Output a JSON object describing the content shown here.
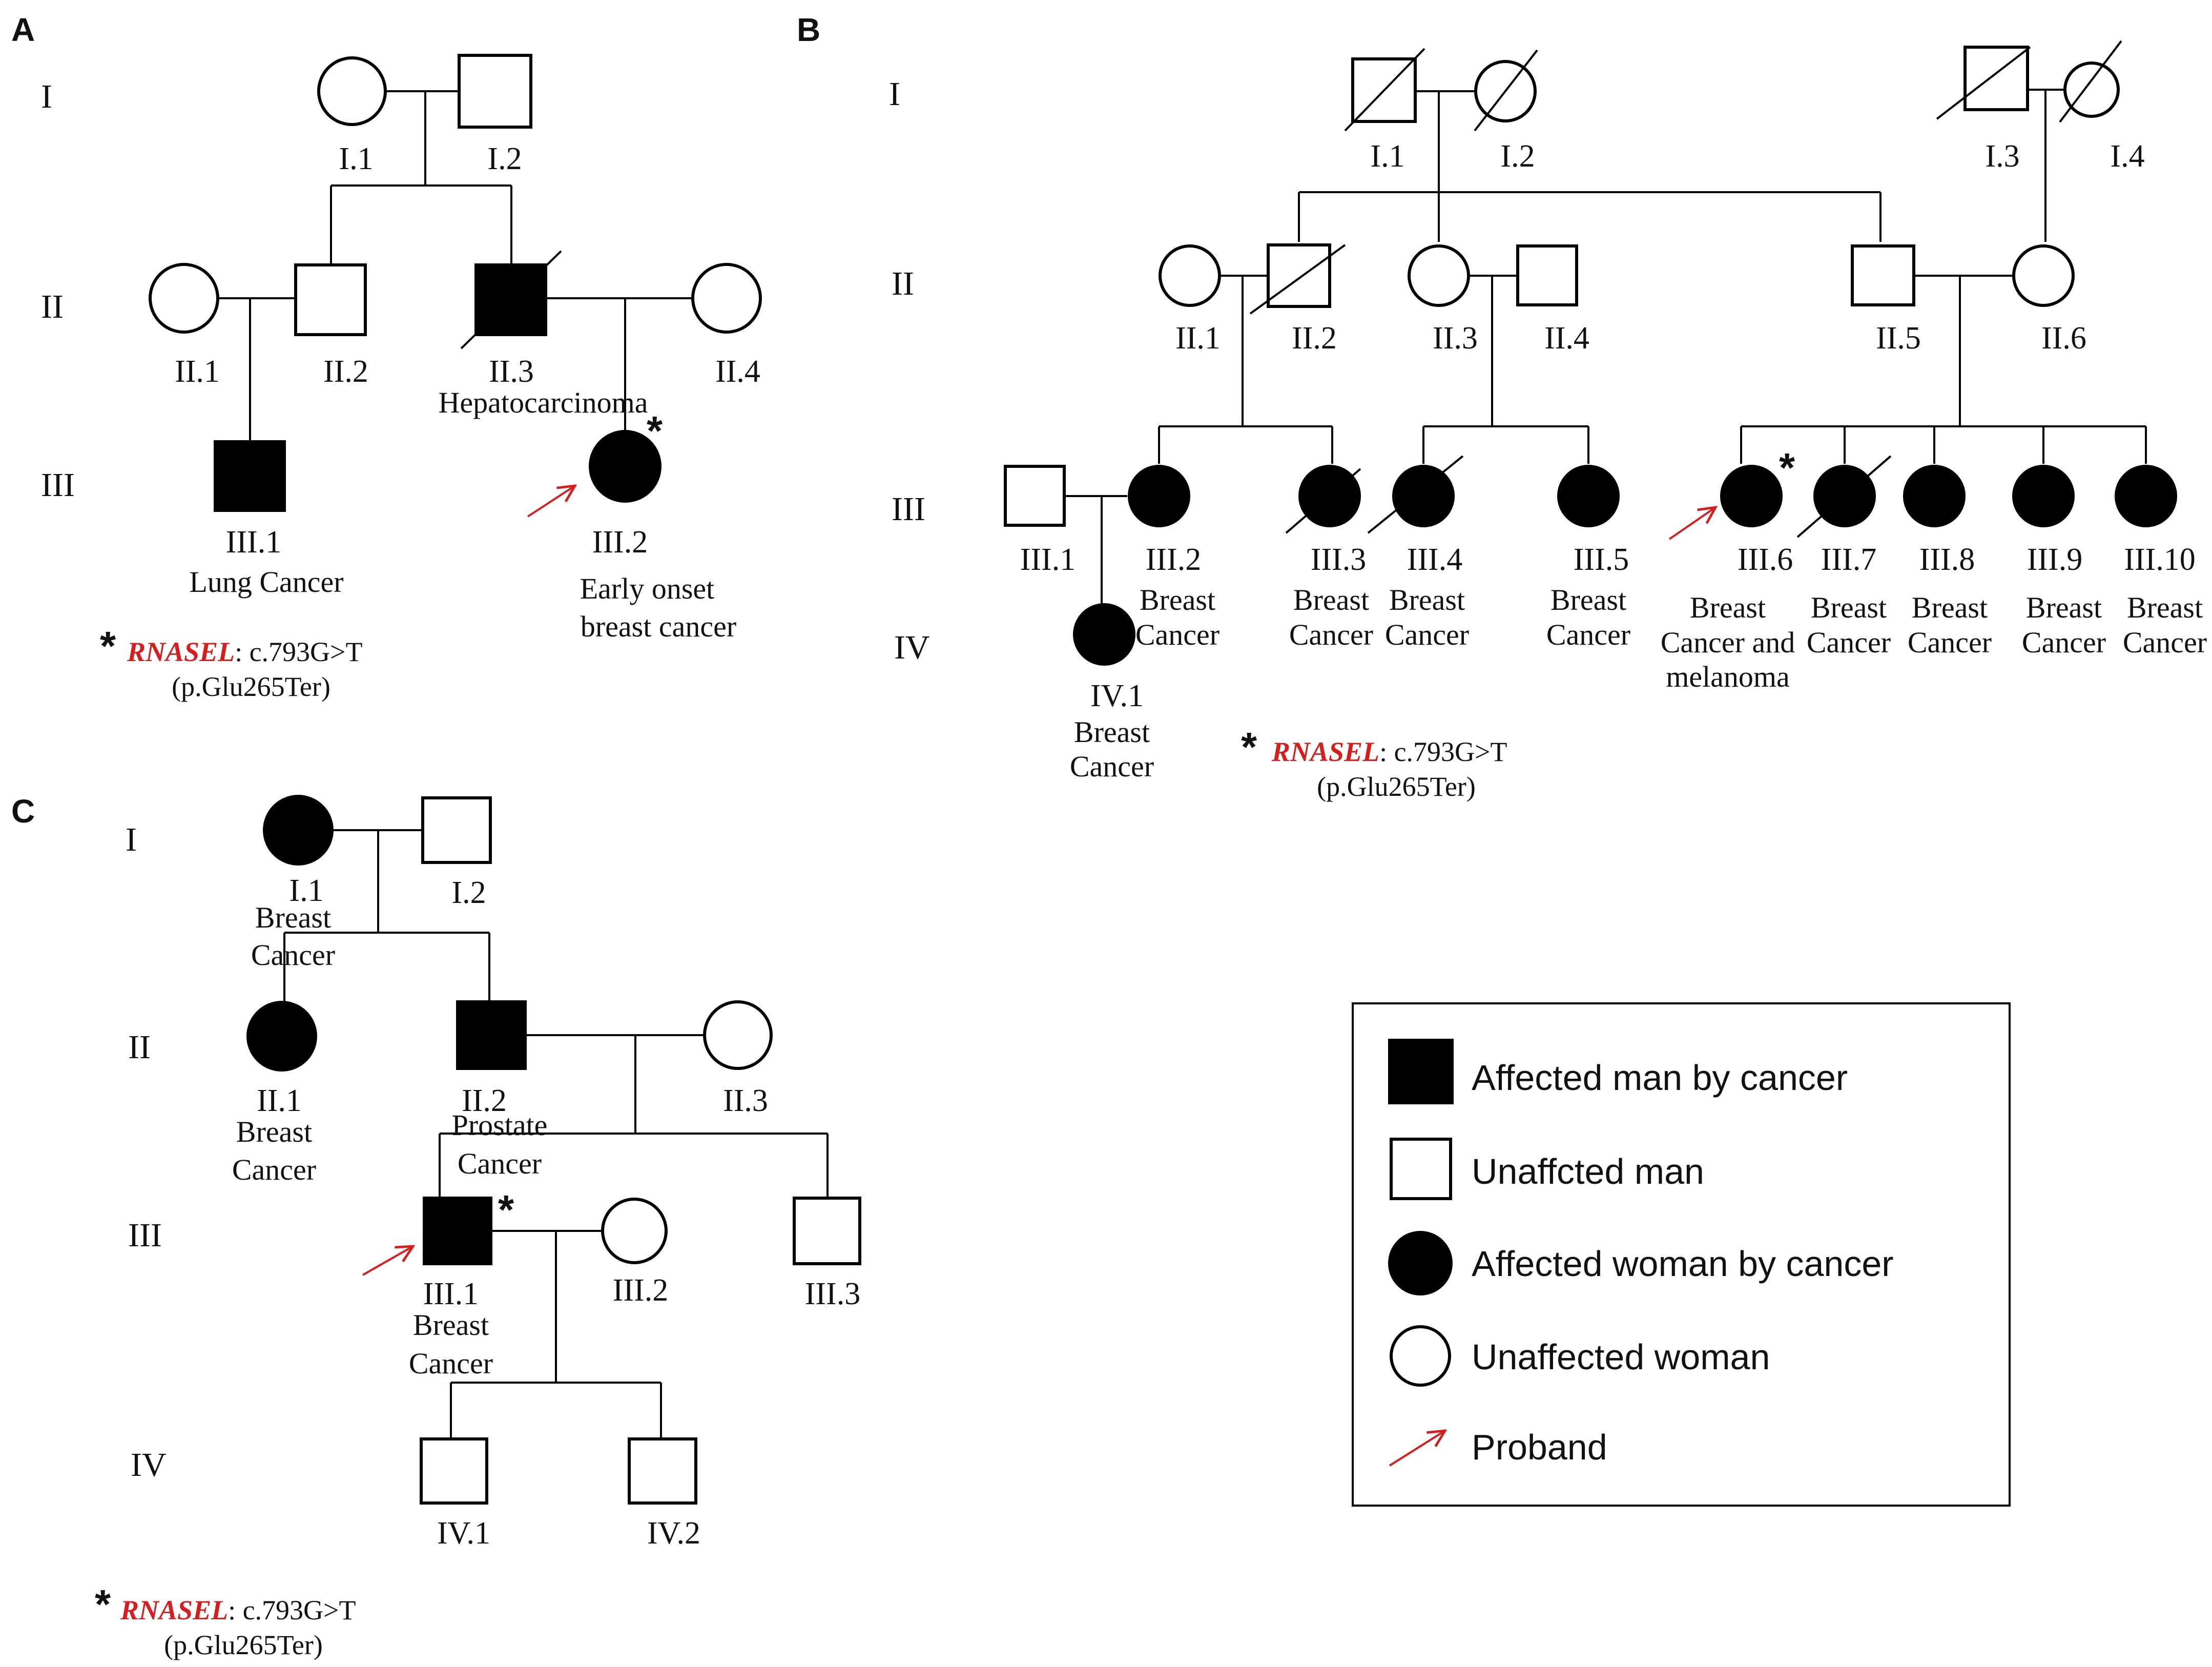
{
  "colors": {
    "affected": "#000000",
    "unaffected": "#ffffff",
    "line": "#000000",
    "gene": "#d41f1f",
    "proband_arrow": "#d41f1f"
  },
  "generations": [
    "I",
    "II",
    "III",
    "IV"
  ],
  "panels": {
    "A": {
      "letter": "A",
      "individuals": {
        "I1": {
          "id": "I.1"
        },
        "I2": {
          "id": "I.2"
        },
        "II1": {
          "id": "II.1"
        },
        "II2": {
          "id": "II.2"
        },
        "II3": {
          "id": "II.3",
          "disease": [
            "Hepatocarcinoma"
          ]
        },
        "II4": {
          "id": "II.4"
        },
        "III1": {
          "id": "III.1",
          "disease": [
            "Lung Cancer"
          ]
        },
        "III2": {
          "id": "III.2",
          "disease": [
            "Early onset",
            "breast cancer"
          ]
        }
      },
      "mutation": {
        "gene": "RNASEL",
        "cdna": ": c.793G>T",
        "protein": "(p.Glu265Ter)"
      }
    },
    "B": {
      "letter": "B",
      "individuals": {
        "I1": {
          "id": "I.1"
        },
        "I2": {
          "id": "I.2"
        },
        "I3": {
          "id": "I.3"
        },
        "I4": {
          "id": "I.4"
        },
        "II1": {
          "id": "II.1"
        },
        "II2": {
          "id": "II.2"
        },
        "II3": {
          "id": "II.3"
        },
        "II4": {
          "id": "II.4"
        },
        "II5": {
          "id": "II.5"
        },
        "II6": {
          "id": "II.6"
        },
        "III1": {
          "id": "III.1"
        },
        "III2": {
          "id": "III.2",
          "disease": [
            "Breast",
            "Cancer"
          ]
        },
        "III3": {
          "id": "III.3",
          "disease": [
            "Breast",
            "Cancer"
          ]
        },
        "III4": {
          "id": "III.4",
          "disease": [
            "Breast",
            "Cancer"
          ]
        },
        "III5": {
          "id": "III.5",
          "disease": [
            "Breast",
            "Cancer"
          ]
        },
        "III6": {
          "id": "III.6",
          "disease": [
            "Breast",
            "Cancer and",
            "melanoma"
          ]
        },
        "III7": {
          "id": "III.7",
          "disease": [
            "Breast",
            "Cancer"
          ]
        },
        "III8": {
          "id": "III.8",
          "disease": [
            "Breast",
            "Cancer"
          ]
        },
        "III9": {
          "id": "III.9",
          "disease": [
            "Breast",
            "Cancer"
          ]
        },
        "III10": {
          "id": "III.10",
          "disease": [
            "Breast",
            "Cancer"
          ]
        },
        "IV1": {
          "id": "IV.1",
          "disease": [
            "Breast",
            "Cancer"
          ]
        }
      },
      "mutation": {
        "gene": "RNASEL",
        "cdna": ": c.793G>T",
        "protein": "(p.Glu265Ter)"
      }
    },
    "C": {
      "letter": "C",
      "individuals": {
        "I1": {
          "id": "I.1",
          "disease": [
            "Breast",
            "Cancer"
          ]
        },
        "I2": {
          "id": "I.2"
        },
        "II1": {
          "id": "II.1",
          "disease": [
            "Breast",
            "Cancer"
          ]
        },
        "II2": {
          "id": "II.2",
          "disease": [
            "Prostate",
            "Cancer"
          ]
        },
        "II3": {
          "id": "II.3"
        },
        "III1": {
          "id": "III.1",
          "disease": [
            "Breast",
            "Cancer"
          ]
        },
        "III2": {
          "id": "III.2"
        },
        "III3": {
          "id": "III.3"
        },
        "IV1": {
          "id": "IV.1"
        },
        "IV2": {
          "id": "IV.2"
        }
      },
      "mutation": {
        "gene": "RNASEL",
        "cdna": ": c.793G>T",
        "protein": "(p.Glu265Ter)"
      }
    }
  },
  "star_symbol": "*",
  "legend": {
    "affected_man": "Affected man by cancer",
    "unaffected_man": "Unaffcted man",
    "affected_woman": "Affected woman by cancer",
    "unaffected_woman": "Unaffected woman",
    "proband": "Proband"
  }
}
